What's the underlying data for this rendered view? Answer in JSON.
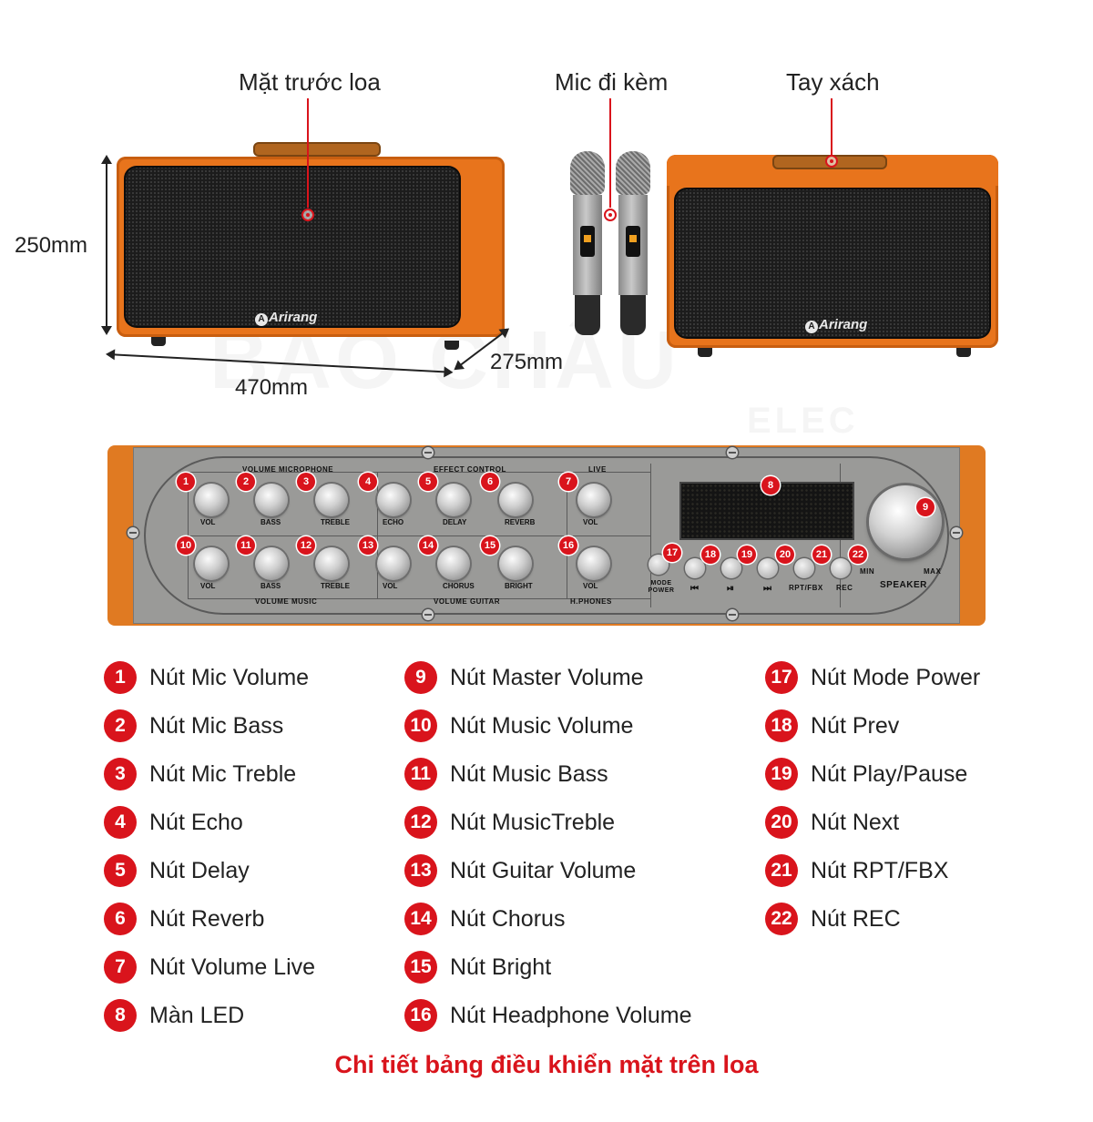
{
  "labels": {
    "front": "Mặt trước loa",
    "mic": "Mic đi kèm",
    "handle": "Tay xách"
  },
  "dimensions": {
    "height": "250mm",
    "width": "470mm",
    "depth": "275mm"
  },
  "brand": "Arirang",
  "watermark": {
    "line1": "BẢO CHÂU",
    "line2": "ELEC"
  },
  "panel": {
    "groups": {
      "volume_microphone": "VOLUME MICROPHONE",
      "effect_control": "EFFECT CONTROL",
      "live": "LIVE",
      "volume_music": "VOLUME MUSIC",
      "volume_guitar": "VOLUME GUITAR",
      "hphones": "H.PHONES",
      "speaker": "SPEAKER",
      "min": "MIN",
      "max": "MAX",
      "mode_power": "MODE POWER",
      "rpt_fbx": "RPT/FBX",
      "rec": "REC"
    },
    "top_knobs": [
      {
        "n": "1",
        "label": "VOL"
      },
      {
        "n": "2",
        "label": "BASS"
      },
      {
        "n": "3",
        "label": "TREBLE"
      },
      {
        "n": "4",
        "label": "ECHO"
      },
      {
        "n": "5",
        "label": "DELAY"
      },
      {
        "n": "6",
        "label": "REVERB"
      },
      {
        "n": "7",
        "label": "VOL"
      }
    ],
    "bottom_knobs": [
      {
        "n": "10",
        "label": "VOL"
      },
      {
        "n": "11",
        "label": "BASS"
      },
      {
        "n": "12",
        "label": "TREBLE"
      },
      {
        "n": "13",
        "label": "VOL"
      },
      {
        "n": "14",
        "label": "CHORUS"
      },
      {
        "n": "15",
        "label": "BRIGHT"
      },
      {
        "n": "16",
        "label": "VOL"
      }
    ],
    "led_n": "8",
    "master_n": "9",
    "buttons": [
      "17",
      "18",
      "19",
      "20",
      "21",
      "22"
    ],
    "button_icons": [
      "⏮",
      "⏯",
      "⏭"
    ]
  },
  "legend": [
    {
      "n": "1",
      "text": "Nút Mic Volume"
    },
    {
      "n": "2",
      "text": "Nút Mic Bass"
    },
    {
      "n": "3",
      "text": "Nút Mic Treble"
    },
    {
      "n": "4",
      "text": "Nút Echo"
    },
    {
      "n": "5",
      "text": "Nút Delay"
    },
    {
      "n": "6",
      "text": "Nút Reverb"
    },
    {
      "n": "7",
      "text": "Nút Volume Live"
    },
    {
      "n": "8",
      "text": "Màn LED"
    },
    {
      "n": "9",
      "text": "Nút Master Volume"
    },
    {
      "n": "10",
      "text": "Nút Music Volume"
    },
    {
      "n": "11",
      "text": "Nút Music Bass"
    },
    {
      "n": "12",
      "text": "Nút MusicTreble"
    },
    {
      "n": "13",
      "text": "Nút Guitar Volume"
    },
    {
      "n": "14",
      "text": "Nút Chorus"
    },
    {
      "n": "15",
      "text": "Nút Bright"
    },
    {
      "n": "16",
      "text": "Nút Headphone Volume"
    },
    {
      "n": "17",
      "text": "Nút Mode Power"
    },
    {
      "n": "18",
      "text": "Nút Prev"
    },
    {
      "n": "19",
      "text": "Nút Play/Pause"
    },
    {
      "n": "20",
      "text": "Nút Next"
    },
    {
      "n": "21",
      "text": "Nút RPT/FBX"
    },
    {
      "n": "22",
      "text": "Nút REC"
    }
  ],
  "caption": "Chi tiết bảng điều khiển mặt trên loa"
}
